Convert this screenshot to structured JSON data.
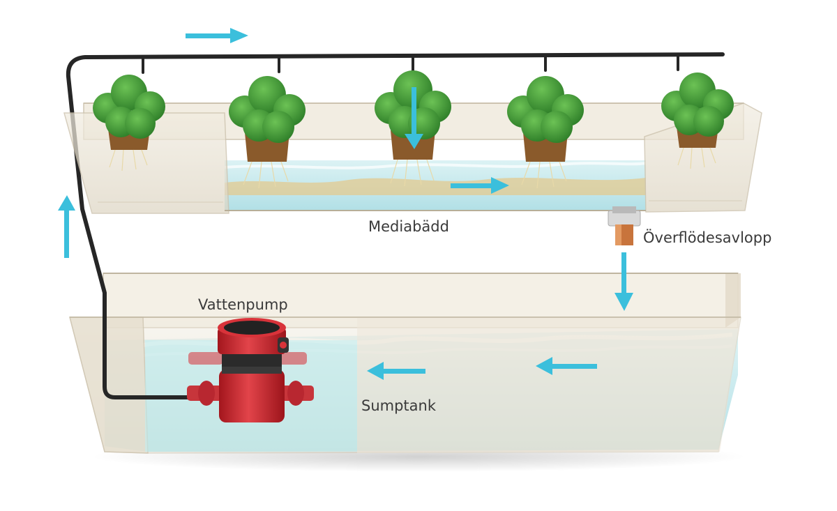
{
  "labels": {
    "media_bed": "Mediabädd",
    "overflow_drain": "Överflödesavlopp",
    "water_pump": "Vattenpump",
    "sump_tank": "Sumptank"
  },
  "colors": {
    "flow_arrow": "#3bbfdc",
    "water": "#bfe6ea",
    "tank": "#e7e0d0",
    "pipe": "#2a2a2a",
    "pump": "#cf2b33",
    "foliage": "#3f9a36"
  },
  "icons": [
    "flow-arrow-icon",
    "plant-icon",
    "pump-icon",
    "drain-icon"
  ]
}
